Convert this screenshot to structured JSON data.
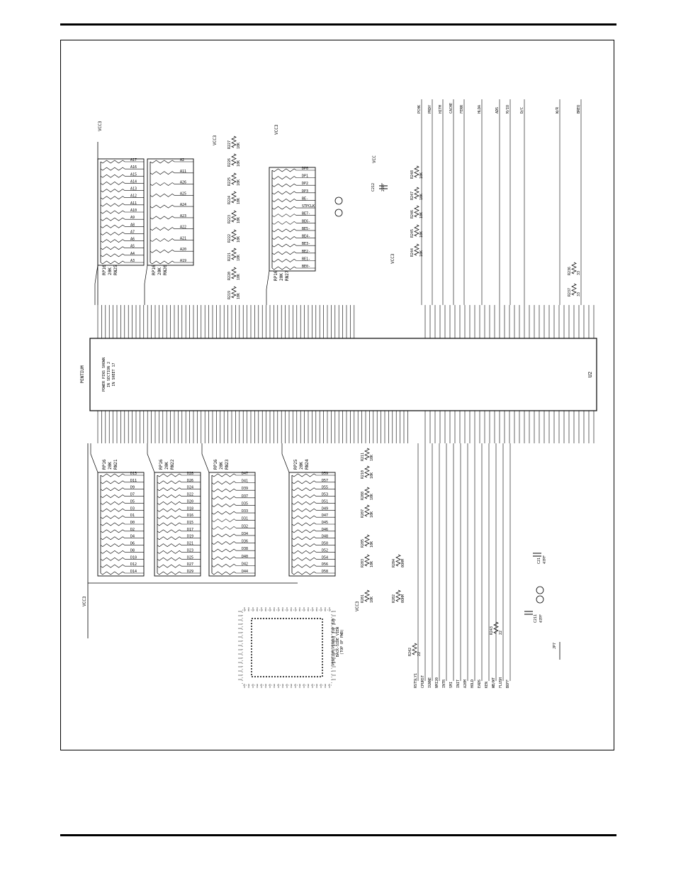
{
  "schematic": {
    "cpu": {
      "designator": "U2",
      "part_label": "PENTIUM",
      "notes": [
        "POWER PINS SHOWN",
        "IN SECTION 2",
        "IN SHEET 17"
      ]
    },
    "resistor_packs": [
      {
        "ref": "RN25",
        "label": "RP16",
        "value": "20K",
        "nets": [
          "A17",
          "A16",
          "A15",
          "A14",
          "A13",
          "A12",
          "A11",
          "A10",
          "A9",
          "A8",
          "A7",
          "A6",
          "A5",
          "A4",
          "A3"
        ]
      },
      {
        "ref": "RN26",
        "label": "RP16",
        "value": "20K",
        "nets": [
          "A2",
          "A11",
          "A26",
          "A25",
          "A24",
          "A23",
          "A22",
          "A21",
          "A20",
          "A19"
        ]
      },
      {
        "ref": "RN27",
        "label": "RP16",
        "value": "20K",
        "nets": [
          "DP0",
          "DP1",
          "DP2",
          "DP3",
          "BE-",
          "STPCLK",
          "BE7-",
          "BE6-",
          "BE5-",
          "BE4-",
          "BE3-",
          "BE2-",
          "BE1-",
          "BE0-"
        ]
      },
      {
        "ref": "RN21",
        "label": "RP16",
        "value": "20K",
        "nets": [
          "D13",
          "D11",
          "D9",
          "D7",
          "D5",
          "D3",
          "D1",
          "D0",
          "D2",
          "D4",
          "D6",
          "D8",
          "D10",
          "D12",
          "D14"
        ]
      },
      {
        "ref": "RN22",
        "label": "RP16",
        "value": "20K",
        "nets": [
          "D28",
          "D26",
          "D24",
          "D22",
          "D20",
          "D18",
          "D16",
          "D15",
          "D17",
          "D19",
          "D21",
          "D23",
          "D25",
          "D27",
          "D29"
        ]
      },
      {
        "ref": "RN23",
        "label": "RP16",
        "value": "20K",
        "nets": [
          "D47",
          "D41",
          "D39",
          "D37",
          "D35",
          "D33",
          "D31",
          "D32",
          "D34",
          "D36",
          "D38",
          "D40",
          "D42",
          "D44"
        ]
      },
      {
        "ref": "RN24",
        "label": "RP25",
        "value": "20K",
        "nets": [
          "D59",
          "D57",
          "D55",
          "D53",
          "D51",
          "D49",
          "D47",
          "D45",
          "D46",
          "D48",
          "D50",
          "D52",
          "D54",
          "D56",
          "D58"
        ]
      }
    ],
    "resistors": [
      {
        "ref": "R227",
        "value": "10K"
      },
      {
        "ref": "R226",
        "value": "10K"
      },
      {
        "ref": "R225",
        "value": "10K"
      },
      {
        "ref": "R224",
        "value": "10K"
      },
      {
        "ref": "R223",
        "value": "10K"
      },
      {
        "ref": "R222",
        "value": "10K"
      },
      {
        "ref": "R221",
        "value": "10K"
      },
      {
        "ref": "R220",
        "value": "10K"
      },
      {
        "ref": "R219",
        "value": "10K"
      },
      {
        "ref": "R248",
        "value": "10K"
      },
      {
        "ref": "R247",
        "value": "10K"
      },
      {
        "ref": "R246",
        "value": "10K"
      },
      {
        "ref": "R245",
        "value": "10K"
      },
      {
        "ref": "R244",
        "value": "10K"
      },
      {
        "ref": "R211",
        "value": "10K"
      },
      {
        "ref": "R210",
        "value": "10K"
      },
      {
        "ref": "R208",
        "value": "10K"
      },
      {
        "ref": "R207",
        "value": "10K"
      },
      {
        "ref": "R205",
        "value": "10K"
      },
      {
        "ref": "R203",
        "value": "10K"
      },
      {
        "ref": "R201",
        "value": "10K"
      },
      {
        "ref": "R204",
        "value": "0OHM"
      },
      {
        "ref": "R202",
        "value": "0OHM"
      },
      {
        "ref": "R236",
        "value": "33"
      },
      {
        "ref": "R237",
        "value": "33"
      },
      {
        "ref": "R242",
        "value": "22"
      },
      {
        "ref": "R243",
        "value": "22"
      }
    ],
    "capacitors": [
      {
        "ref": "C212",
        "value": "22PF"
      },
      {
        "ref": "C211",
        "value": "47PF"
      },
      {
        "ref": "C21",
        "value": "47PF"
      }
    ],
    "power_labels": [
      "VCC3",
      "VCC"
    ],
    "connectors": [
      {
        "ref": "JP7"
      }
    ],
    "left_signals": [
      "RSTSLY1",
      "CPURST",
      "IGNNE",
      "NMI20",
      "INTR",
      "SMI",
      "INIT",
      "A20M",
      "HOLD",
      "EADS",
      "KEN",
      "WB/WT",
      "FLUSH",
      "BOFF"
    ],
    "right_signals": [
      "PCHK",
      "PRDY",
      "HITM",
      "CACHE",
      "FERR",
      "HLDA",
      "ADS",
      "M/IO",
      "D/C",
      "W/R",
      "BREQ"
    ],
    "footprint": {
      "caption": [
        "PENTIUM PINOUT TOP 320",
        "BACK-SIDE VIEW",
        "(TOP OF PWB)"
      ]
    }
  }
}
